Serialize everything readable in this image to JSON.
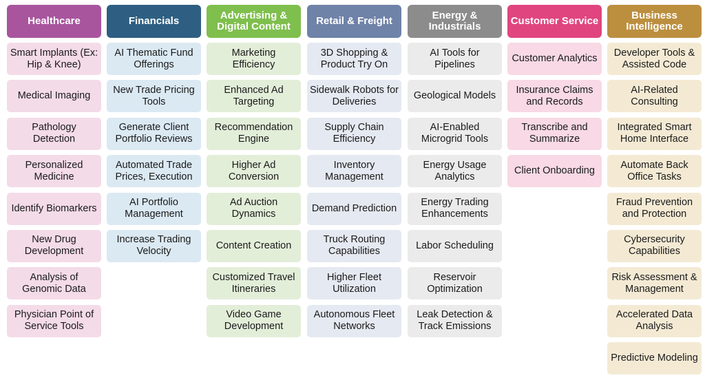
{
  "columns": [
    {
      "header": "Healthcare",
      "header_color": "#a8559e",
      "item_color": "#f4dbe8",
      "items": [
        "Smart Implants (Ex: Hip & Knee)",
        "Medical Imaging",
        "Pathology Detection",
        "Personalized Medicine",
        "Identify Biomarkers",
        "New Drug Development",
        "Analysis of Genomic Data",
        "Physician Point of Service Tools"
      ]
    },
    {
      "header": "Financials",
      "header_color": "#2e5f82",
      "item_color": "#dbe9f3",
      "items": [
        "AI Thematic Fund Offerings",
        "New Trade Pricing Tools",
        "Generate Client Portfolio Reviews",
        "Automated Trade Prices, Execution",
        "AI Portfolio Management",
        "Increase Trading Velocity"
      ]
    },
    {
      "header": "Advertising & Digital Content",
      "header_color": "#7fbf4d",
      "item_color": "#e3eed9",
      "items": [
        "Marketing Efficiency",
        "Enhanced Ad Targeting",
        "Recommendation Engine",
        "Higher Ad Conversion",
        "Ad Auction Dynamics",
        "Content Creation",
        "Customized Travel Itineraries",
        "Video Game Development"
      ]
    },
    {
      "header": "Retail & Freight",
      "header_color": "#6f82a8",
      "item_color": "#e5e9f1",
      "items": [
        "3D Shopping & Product Try On",
        "Sidewalk Robots for Deliveries",
        "Supply Chain Efficiency",
        "Inventory Management",
        "Demand Prediction",
        "Truck Routing Capabilities",
        "Higher Fleet Utilization",
        "Autonomous Fleet Networks"
      ]
    },
    {
      "header": "Energy & Industrials",
      "header_color": "#8c8c8c",
      "item_color": "#ebebeb",
      "items": [
        "AI Tools for Pipelines",
        "Geological Models",
        "AI-Enabled Microgrid Tools",
        "Energy Usage Analytics",
        "Energy Trading Enhancements",
        "Labor Scheduling",
        "Reservoir Optimization",
        "Leak Detection & Track Emissions"
      ]
    },
    {
      "header": "Customer Service",
      "header_color": "#e0457f",
      "item_color": "#f8d9e5",
      "items": [
        "Customer Analytics",
        "Insurance Claims and Records",
        "Transcribe and Summarize",
        "Client Onboarding"
      ]
    },
    {
      "header": "Business Intelligence",
      "header_color": "#bc8f3f",
      "item_color": "#f4ead4",
      "items": [
        "Developer Tools & Assisted Code",
        "AI-Related Consulting",
        "Integrated Smart Home Interface",
        "Automate Back Office Tasks",
        "Fraud Prevention and Protection",
        "Cybersecurity Capabilities",
        "Risk Assessment & Management",
        "Accelerated Data Analysis",
        "Predictive Modeling"
      ]
    }
  ]
}
